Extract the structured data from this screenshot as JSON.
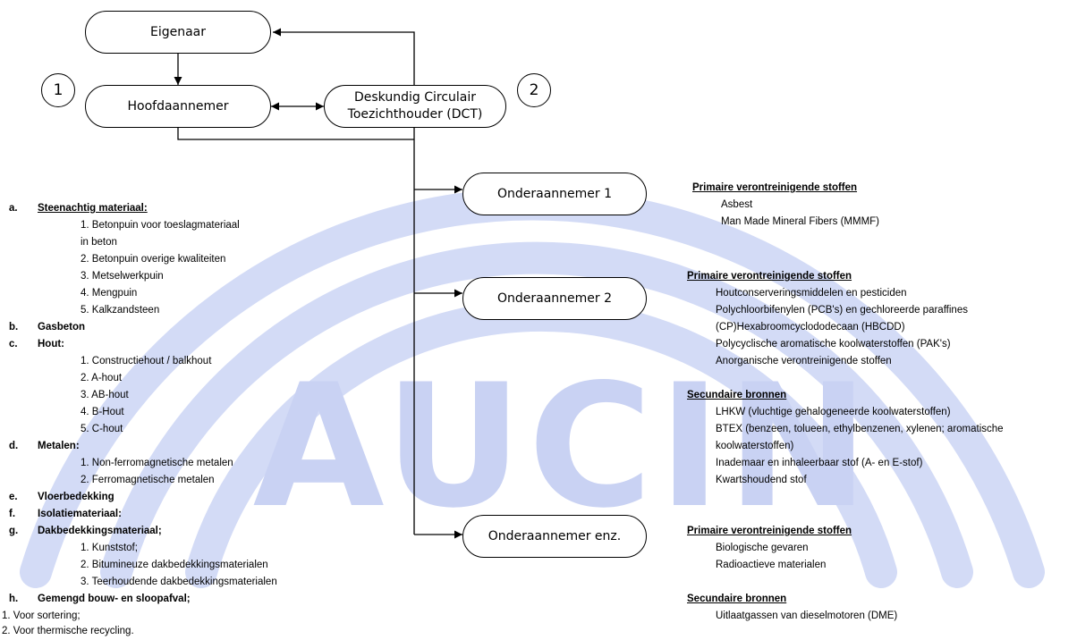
{
  "watermark": {
    "text": "AUCIN",
    "color": "#c9d2f3"
  },
  "diagram": {
    "nodes": {
      "owner": "Eigenaar",
      "main_contractor": "Hoofdaannemer",
      "dct_line1": "Deskundig Circulair",
      "dct_line2": "Toezichthouder (DCT)",
      "sub1": "Onderaannemer 1",
      "sub2": "Onderaannemer 2",
      "sub_etc": "Onderaannemer enz."
    },
    "badges": [
      "1",
      "2"
    ]
  },
  "materials": {
    "a": {
      "letter": "a.",
      "title": "Steenachtig materiaal:",
      "items": [
        "1. Betonpuin voor toeslagmateriaal",
        "in beton",
        "2. Betonpuin overige kwaliteiten",
        "3. Metselwerkpuin",
        "4. Mengpuin",
        "5. Kalkzandsteen"
      ]
    },
    "b": {
      "letter": "b.",
      "title": "Gasbeton"
    },
    "c": {
      "letter": "c.",
      "title": "Hout:",
      "items": [
        "1. Constructiehout / balkhout",
        "2. A-hout",
        "3. AB-hout",
        "4. B-Hout",
        "5. C-hout"
      ]
    },
    "d": {
      "letter": "d.",
      "title": "Metalen:",
      "items": [
        "1. Non-ferromagnetische metalen",
        "2. Ferromagnetische metalen"
      ]
    },
    "e": {
      "letter": "e.",
      "title": "Vloerbedekking"
    },
    "f": {
      "letter": "f.",
      "title": "Isolatiemateriaal:"
    },
    "g": {
      "letter": "g.",
      "title": "Dakbedekkingsmateriaal;",
      "items": [
        "1. Kunststof;",
        "2. Bitumineuze dakbedekkingsmaterialen",
        "3. Teerhoudende dakbedekkingsmaterialen"
      ]
    },
    "h": {
      "letter": "h.",
      "title": "Gemengd bouw- en sloopafval;",
      "items": [
        "1. Voor sortering;",
        "2. Voor thermische recycling."
      ]
    }
  },
  "hazards": {
    "sub1": {
      "heading": "Primaire verontreinigende stoffen",
      "items": [
        "Asbest",
        "Man Made Mineral Fibers (MMMF)"
      ]
    },
    "sub2_primary": {
      "heading": "Primaire verontreinigende stoffen",
      "items": [
        "Houtconserveringsmiddelen en pesticiden",
        "Polychloorbifenylen (PCB's) en gechloreerde paraffines",
        "(CP)Hexabroomcyclododecaan (HBCDD)",
        "Polycyclische aromatische koolwaterstoffen (PAK's)",
        "Anorganische verontreinigende stoffen"
      ]
    },
    "sub2_secondary": {
      "heading": "Secundaire bronnen",
      "items": [
        "LHKW (vluchtige gehalogeneerde koolwaterstoffen)",
        "BTEX (benzeen, tolueen, ethylbenzenen, xylenen; aromatische",
        "koolwaterstoffen)",
        "Inademaar en inhaleerbaar stof (A- en E-stof)",
        "Kwartshoudend stof"
      ]
    },
    "sub3_primary": {
      "heading": "Primaire verontreinigende stoffen",
      "items": [
        "Biologische gevaren",
        "Radioactieve materialen"
      ]
    },
    "sub3_secondary": {
      "heading": "Secundaire bronnen",
      "items": [
        "Uitlaatgassen van dieselmotoren (DME)"
      ]
    }
  }
}
